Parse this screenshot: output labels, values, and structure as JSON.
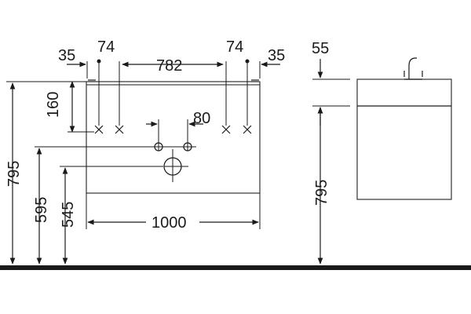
{
  "front_view": {
    "top_dims": {
      "left_edge": "35",
      "left_holes": "74",
      "center_span": "782",
      "right_holes": "74",
      "right_edge": "35"
    },
    "hole_depth": "160",
    "tap_spacing": "80",
    "width": "1000",
    "height_total": "795",
    "height_tap": "595",
    "height_drain": "545"
  },
  "side_view": {
    "top_height": "55",
    "height": "795"
  },
  "colors": {
    "ink": "#1a1a1a",
    "floor": "#1a1a1a"
  }
}
